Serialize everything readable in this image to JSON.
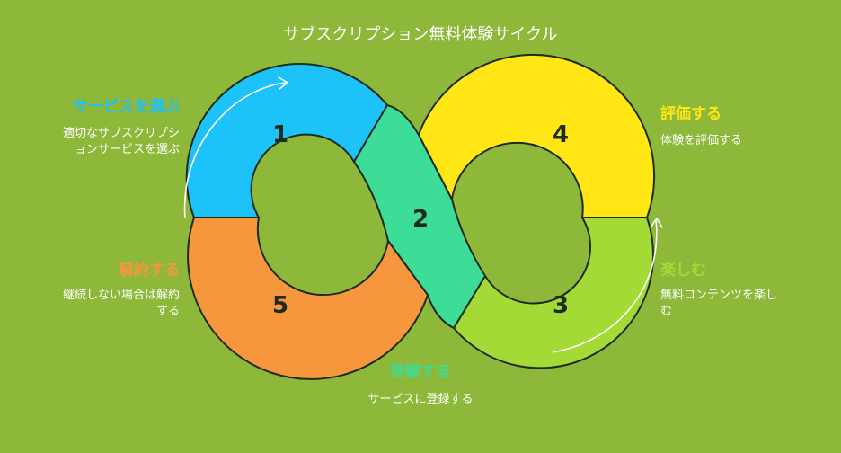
{
  "title": "サブスクリプション無料体験サイクル",
  "steps": [
    {
      "number": "1",
      "title": "サービスを選ぶ",
      "desc_lines": [
        "適切なサブスクリプシ",
        "ョンサービスを選ぶ"
      ],
      "color": "#1cc2f8"
    },
    {
      "number": "2",
      "title": "登録する",
      "desc_lines": [
        "サービスに登録する"
      ],
      "color": "#3ddc97"
    },
    {
      "number": "3",
      "title": "楽しむ",
      "desc_lines": [
        "無料コンテンツを楽し",
        "む"
      ],
      "color": "#a3da35"
    },
    {
      "number": "4",
      "title": "評価する",
      "desc_lines": [
        "体験を評価する"
      ],
      "color": "#ffe614"
    },
    {
      "number": "5",
      "title": "解約する",
      "desc_lines": [
        "継続しない場合は解約",
        "する"
      ],
      "color": "#f6973d"
    }
  ]
}
